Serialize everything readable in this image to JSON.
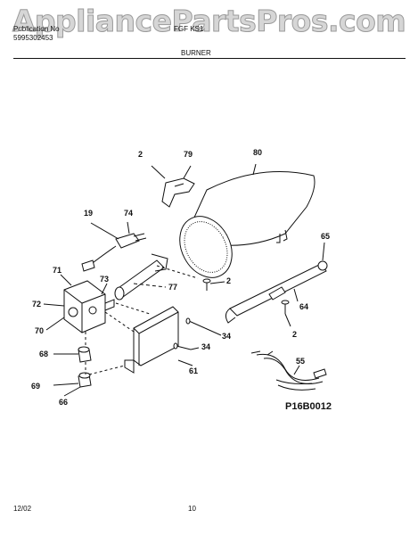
{
  "watermark": "AppliancePartsPros.com",
  "header": {
    "pub_label": "Publication No",
    "pub_number": "5995302453",
    "model": "FGF KS1",
    "section_title": "BURNER"
  },
  "callouts": [
    "2",
    "79",
    "80",
    "19",
    "74",
    "65",
    "71",
    "73",
    "77",
    "2",
    "72",
    "64",
    "70",
    "34",
    "2",
    "68",
    "34",
    "61",
    "55",
    "69",
    "66"
  ],
  "diagram_code": "P16B0012",
  "footer": {
    "date": "12/02",
    "page": "10"
  }
}
